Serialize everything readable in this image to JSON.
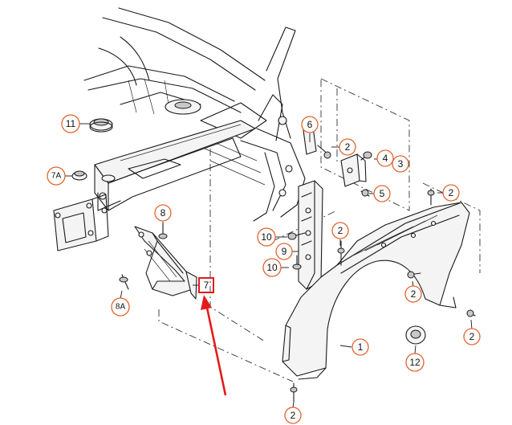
{
  "diagram": {
    "callouts": [
      {
        "id": "c-11",
        "label": "11"
      },
      {
        "id": "c-7a",
        "label": "7A"
      },
      {
        "id": "c-6",
        "label": "6"
      },
      {
        "id": "c-2a",
        "label": "2"
      },
      {
        "id": "c-4",
        "label": "4"
      },
      {
        "id": "c-3",
        "label": "3"
      },
      {
        "id": "c-5",
        "label": "5"
      },
      {
        "id": "c-8",
        "label": "8"
      },
      {
        "id": "c-10a",
        "label": "10"
      },
      {
        "id": "c-9",
        "label": "9"
      },
      {
        "id": "c-10b",
        "label": "10"
      },
      {
        "id": "c-2b",
        "label": "2"
      },
      {
        "id": "c-2c",
        "label": "2"
      },
      {
        "id": "c-2d",
        "label": "2"
      },
      {
        "id": "c-2e",
        "label": "2"
      },
      {
        "id": "c-8a",
        "label": "8A"
      },
      {
        "id": "c-7",
        "label": "7"
      },
      {
        "id": "c-1",
        "label": "1"
      },
      {
        "id": "c-12",
        "label": "12"
      },
      {
        "id": "c-2f",
        "label": "2"
      }
    ],
    "highlighted_callout": "7",
    "colors": {
      "callout_ring": "#e2632c",
      "highlight": "#e31b1b",
      "line": "#1a1a1a"
    }
  }
}
